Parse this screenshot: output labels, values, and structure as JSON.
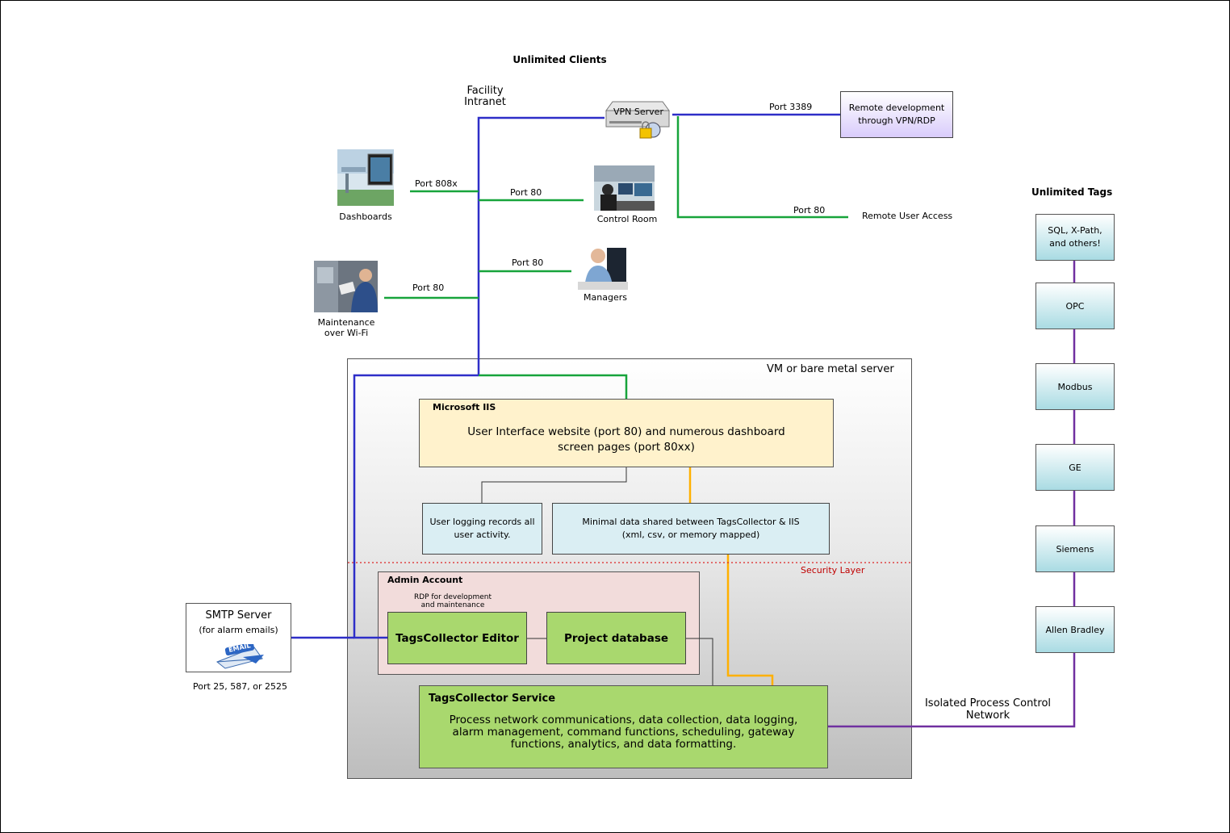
{
  "clients": {
    "title": "Unlimited Clients",
    "facility_intranet": "Facility\nIntranet",
    "vpn_server": "VPN Server",
    "remote_dev": "Remote development\nthrough VPN/RDP",
    "port_3389": "Port 3389",
    "remote_port": "Port 80",
    "remote_user_access": "Remote User Access",
    "dashboards": {
      "label": "Dashboards",
      "port": "Port 808x"
    },
    "control_room": {
      "label": "Control Room",
      "port": "Port 80"
    },
    "managers": {
      "label": "Managers",
      "port": "Port 80"
    },
    "maintenance": {
      "label": "Maintenance\nover Wi-Fi",
      "port": "Port 80"
    }
  },
  "server": {
    "title": "VM or bare metal server",
    "iis_title": "Microsoft IIS",
    "iis_text": "User Interface website (port 80) and numerous dashboard\nscreen pages (port 80xx)",
    "user_logging": "User logging records all\nuser activity.",
    "minimal_data": "Minimal data shared between TagsCollector & IIS\n(xml, csv, or memory mapped)",
    "security_layer": "Security Layer",
    "admin_account": "Admin Account",
    "rdp_note": "RDP for development\nand maintenance",
    "editor": "TagsCollector Editor",
    "project_db": "Project database",
    "service_title": "TagsCollector Service",
    "service_text": "Process network communications, data collection, data logging,\nalarm management, command functions, scheduling, gateway\nfunctions, analytics, and data formatting."
  },
  "smtp": {
    "title": "SMTP Server",
    "subtitle": "(for alarm emails)",
    "email_logo": "EMAIL",
    "ports": "Port 25, 587, or 2525"
  },
  "tags": {
    "title": "Unlimited Tags",
    "items": [
      "SQL, X-Path,\nand others!",
      "OPC",
      "Modbus",
      "GE",
      "Siemens",
      "Allen Bradley"
    ],
    "network": "Isolated Process Control\nNetwork"
  },
  "colors": {
    "blue_line": "#2e2ec8",
    "green_line": "#17a43b",
    "purple_line": "#7030a0",
    "orange_line": "#ffb000",
    "iis_fill": "#fff2cc",
    "info_fill": "#daeef3",
    "admin_fill": "#f2dcdb",
    "service_fill": "#a9d86e",
    "vpn_remote_fill": "#e4dcfb"
  }
}
